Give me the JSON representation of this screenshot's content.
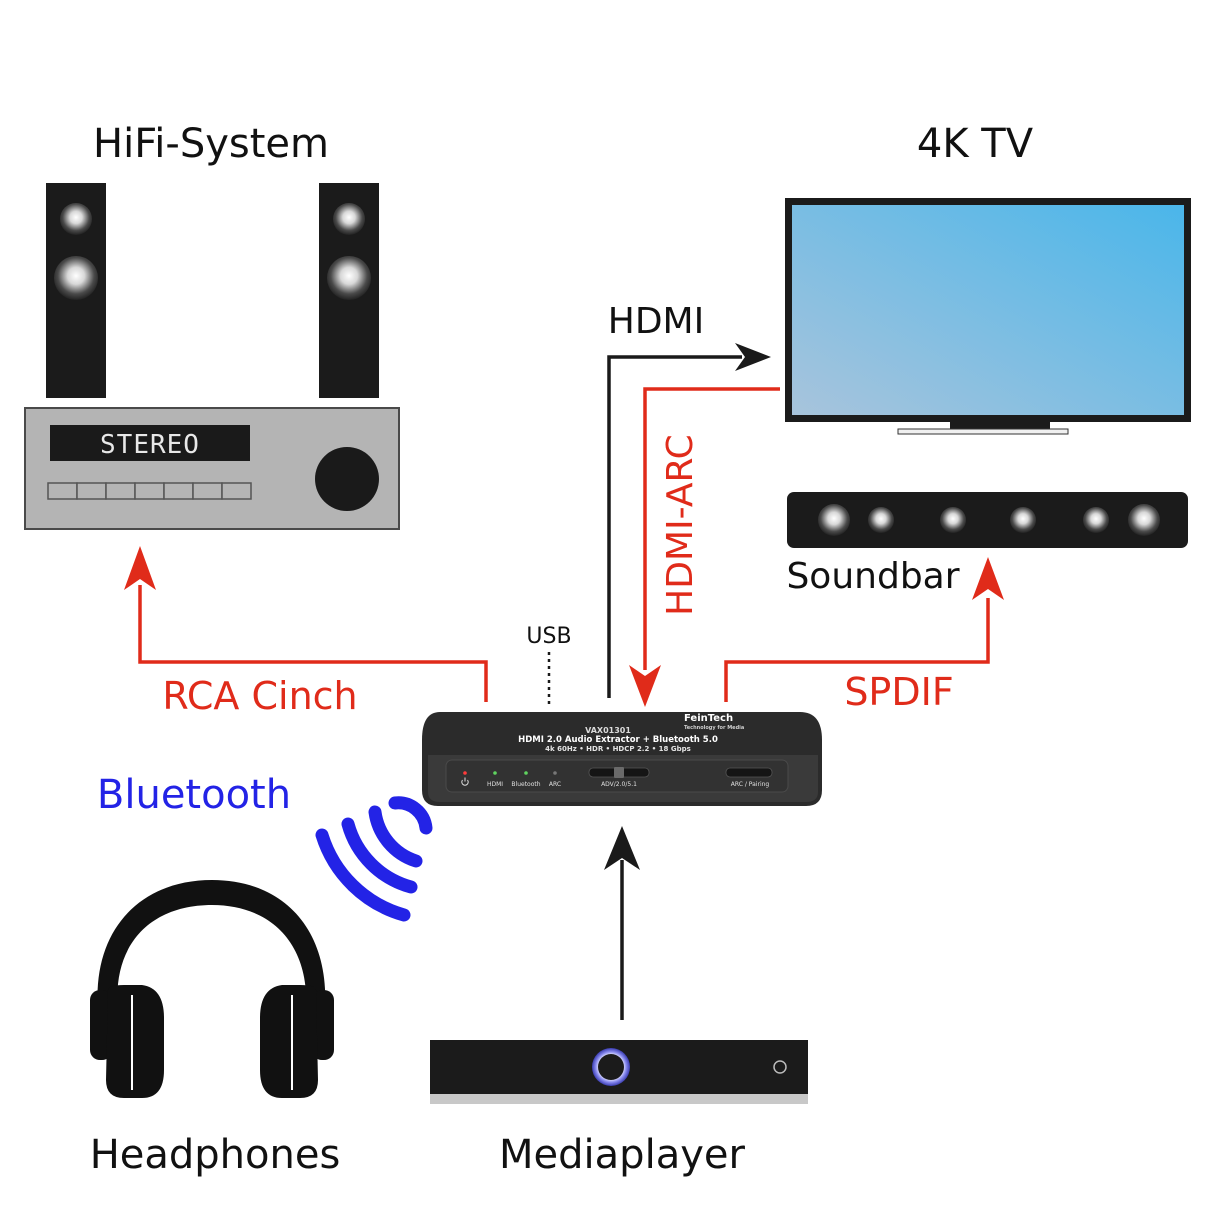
{
  "labels": {
    "hifi_system": "HiFi-System",
    "tv": "4K TV",
    "soundbar": "Soundbar",
    "headphones": "Headphones",
    "mediaplayer": "Mediaplayer",
    "bluetooth": "Bluetooth"
  },
  "connections": {
    "hdmi": "HDMI",
    "hdmi_arc": "HDMI-ARC",
    "rca": "RCA Cinch",
    "spdif": "SPDIF",
    "usb": "USB"
  },
  "receiver": {
    "display": "STEREO"
  },
  "extractor": {
    "model": "VAX01301",
    "brand": "FeinTech",
    "brand_tagline": "Technology for Media",
    "title": "HDMI 2.0 Audio Extractor + Bluetooth 5.0",
    "specs": "4k 60Hz • HDR • HDCP 2.2 • 18 Gbps",
    "led_hdmi": "HDMI",
    "led_bluetooth": "Bluetooth",
    "led_arc": "ARC",
    "switch_label": "ADV/2.0/5.1",
    "button_label": "ARC / Pairing"
  },
  "colors": {
    "audio_connection": "#e02b1a",
    "video_connection": "#1a1a1a",
    "bluetooth": "#2323e6",
    "device_dark": "#2b2b2b",
    "receiver_body": "#b4b4b4",
    "tv_screen_top": "#4ab6ea",
    "tv_screen_bottom": "#a8c4dc"
  },
  "icons": {
    "power": "power-icon",
    "wireless": "wireless-waves-icon"
  }
}
